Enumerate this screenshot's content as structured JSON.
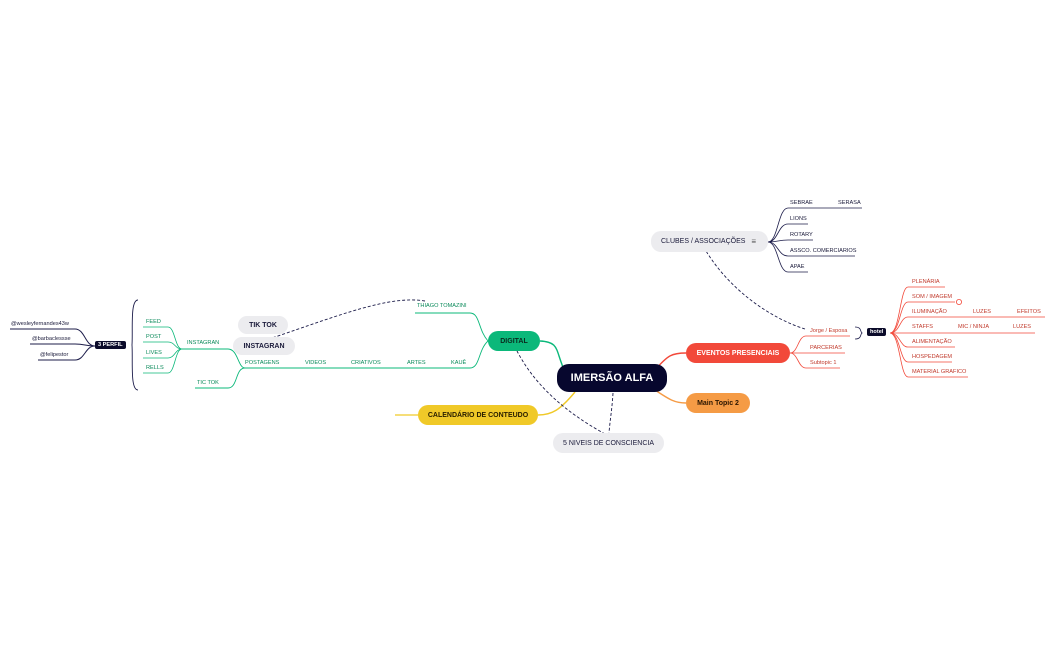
{
  "central": "IMERSÃO ALFA",
  "colors": {
    "central_bg": "#07072e",
    "digital": "#0bb87a",
    "eventos": "#f2493a",
    "main2": "#f59b45",
    "calendario": "#f0c928",
    "gray_node": "#ececef",
    "dark_line": "#1c1c4a"
  },
  "topics": {
    "digital": "DIGITAL",
    "eventos": "EVENTOS PRESENCIAIS",
    "main2": "Main Topic 2",
    "calendario": "CALENDÁRIO DE CONTEUDO",
    "niveis": "5 NIVEIS DE CONSCIENCIA",
    "clubes": "CLUBES / ASSOCIAÇÕES",
    "tiktok": "TIK TOK",
    "instagram": "INSTAGRAN"
  },
  "clubes_items": [
    "SEBRAE",
    "SERASA",
    "LIONS",
    "ROTARY",
    "ASSCO. COMERCIARIOS",
    "APAE"
  ],
  "eventos_items": {
    "jorge": "Jorge / Esposa",
    "parcerias": "PARCERIAS",
    "subtopic": "Subtopic 1",
    "hotel": "hotel",
    "hotel_items": [
      "PLENÁRIA",
      "SOM / IMAGEM",
      "ILUMINAÇÃO",
      "LUZES",
      "EFEITOS",
      "STAFFS",
      "MIC / NINJA",
      "LUZES",
      "ALIMENTAÇÃO",
      "HOSPEDAGEM",
      "MATERIAL GRAFICO"
    ]
  },
  "digital_items": {
    "thiago": "THIAGO TOMAZINI",
    "kaue": "KAUÊ",
    "artes": "ARTES",
    "criativos": "CRIATIVOS",
    "videos": "VIDEOS",
    "postagens": "POSTAGENS",
    "instagran": "INSTAGRAN",
    "tictok": "TIC TOK",
    "insta_items": [
      "FEED",
      "POST",
      "LIVES",
      "RELLS"
    ],
    "perfil": "3 PERFIL",
    "perfis": [
      "@wesleyfernandes43w",
      "@barbaclessse",
      "@felipestor"
    ]
  }
}
